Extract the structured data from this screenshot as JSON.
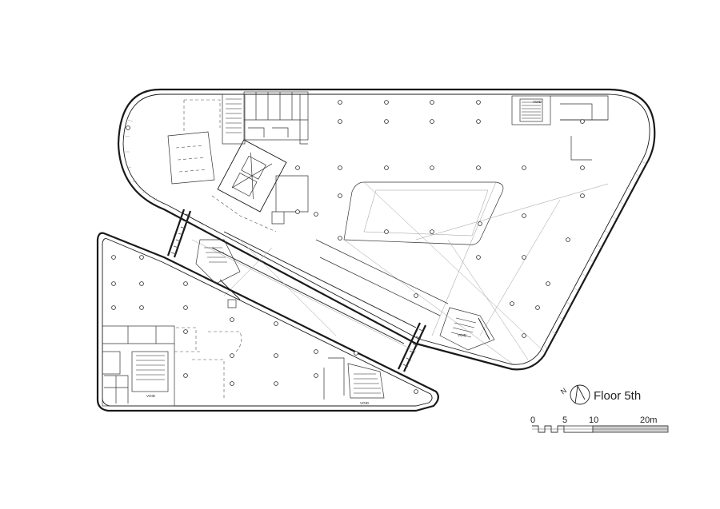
{
  "title": "Floor 5th",
  "north_arrow": {
    "label": "N"
  },
  "scale_bar": {
    "ticks": [
      "0",
      "5",
      "10",
      "20m"
    ]
  },
  "room_tags": [
    "VOID",
    "VOID",
    "VOID",
    "VOID"
  ]
}
